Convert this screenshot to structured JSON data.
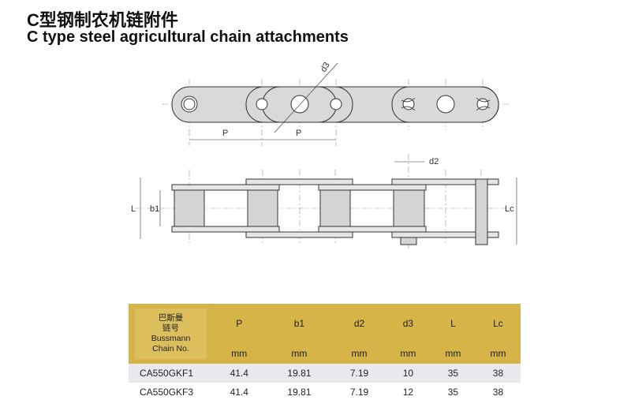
{
  "title_cn": "C型钢制农机链附件",
  "title_en": "C type steel agricultural chain attachments",
  "diagram": {
    "labels": {
      "p1": "P",
      "p2": "P",
      "d3": "d3",
      "d2": "d2",
      "L": "L",
      "b1": "b1",
      "Lc": "Lc"
    }
  },
  "table": {
    "first_header": [
      "巴斯曼",
      "链号",
      "Bussmann",
      "Chain No."
    ],
    "columns": [
      {
        "sym": "P",
        "unit": "mm"
      },
      {
        "sym": "b1",
        "unit": "mm"
      },
      {
        "sym": "d2",
        "unit": "mm"
      },
      {
        "sym": "d3",
        "unit": "mm"
      },
      {
        "sym": "L",
        "unit": "mm"
      },
      {
        "sym": "Lc",
        "unit": "mm"
      }
    ],
    "rows": [
      [
        "CA550GKF1",
        "41.4",
        "19.81",
        "7.19",
        "10",
        "35",
        "38"
      ],
      [
        "CA550GKF3",
        "41.4",
        "19.81",
        "7.19",
        "12",
        "35",
        "38"
      ]
    ]
  },
  "colors": {
    "header": "#d6b447",
    "row_alt": "#e8eaed"
  }
}
